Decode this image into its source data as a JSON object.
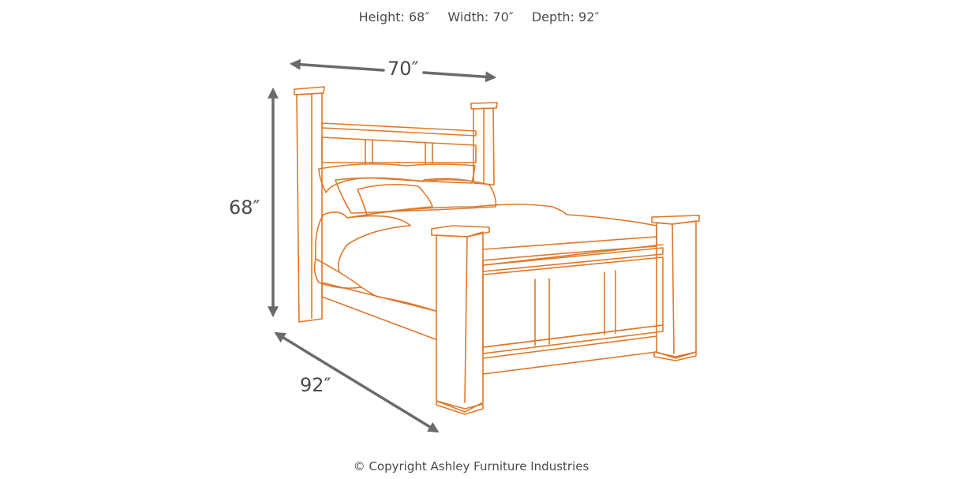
{
  "header": {
    "height": "Height: 68″",
    "width": "Width: 70″",
    "depth": "Depth: 92″"
  },
  "dimensions": {
    "width_label": "70″",
    "height_label": "68″",
    "depth_label": "92″"
  },
  "footer": {
    "copyright": "© Copyright Ashley Furniture Industries"
  },
  "colors": {
    "outline": "#e0782a",
    "arrow": "#6b6b6b",
    "text": "#4a4a4a"
  }
}
